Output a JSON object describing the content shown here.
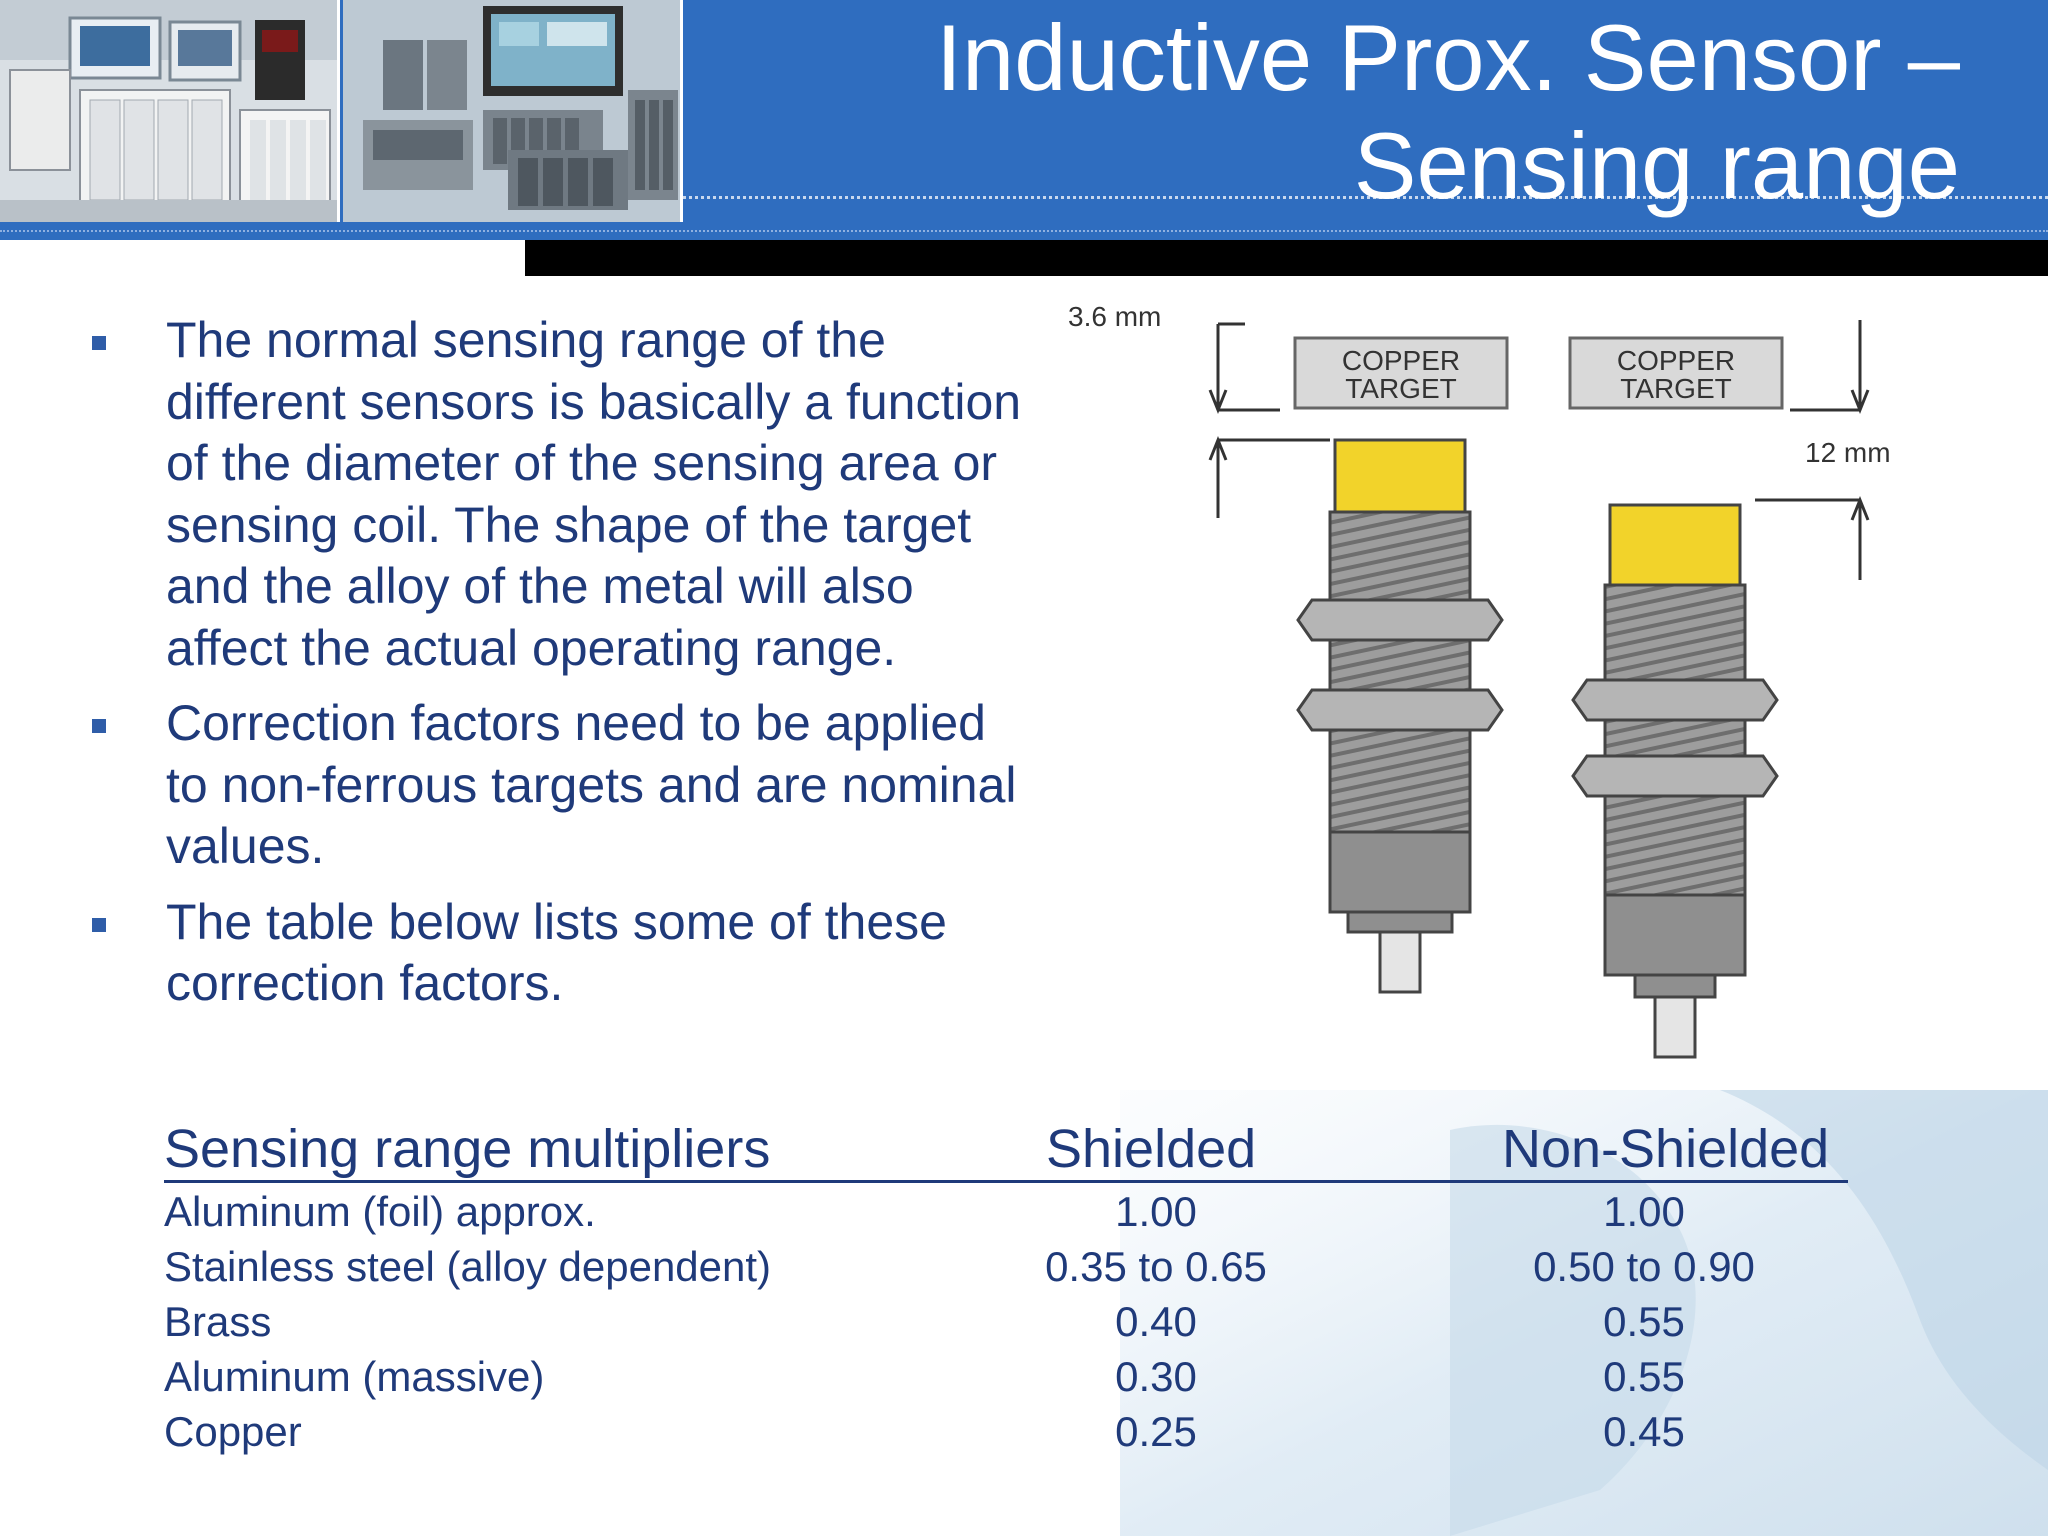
{
  "header": {
    "title_line1": "Inductive Prox. Sensor –",
    "title_line2": "Sensing range",
    "background_color": "#2f6dbf",
    "photos": [
      "plc-hardware-photo",
      "plc-modules-photo"
    ]
  },
  "bullets": [
    "The normal sensing range of the different sensors is basically a function of the diameter of the sensing area or sensing coil. The shape of the target and the alloy of the metal will also affect the actual operating range.",
    "Correction factors need to be applied to non-ferrous targets and are nominal values.",
    "The table below lists some of these correction factors."
  ],
  "diagram": {
    "left_distance": "3.6 mm",
    "right_distance": "12 mm",
    "left_target": [
      "COPPER",
      "TARGET"
    ],
    "right_target": [
      "COPPER",
      "TARGET"
    ],
    "sensor_face_color": "#f2d32a"
  },
  "table": {
    "headers": {
      "name": "Sensing range multipliers",
      "shielded": "Shielded",
      "non_shielded": "Non-Shielded"
    },
    "rows": [
      {
        "name": "Aluminum (foil) approx.",
        "shielded": "1.00",
        "non_shielded": "1.00"
      },
      {
        "name": "Stainless steel (alloy dependent)",
        "shielded": "0.35 to 0.65",
        "non_shielded": "0.50 to 0.90"
      },
      {
        "name": "Brass",
        "shielded": "0.40",
        "non_shielded": "0.55"
      },
      {
        "name": "Aluminum (massive)",
        "shielded": "0.30",
        "non_shielded": "0.55"
      },
      {
        "name": "Copper",
        "shielded": "0.25",
        "non_shielded": "0.45"
      }
    ]
  }
}
